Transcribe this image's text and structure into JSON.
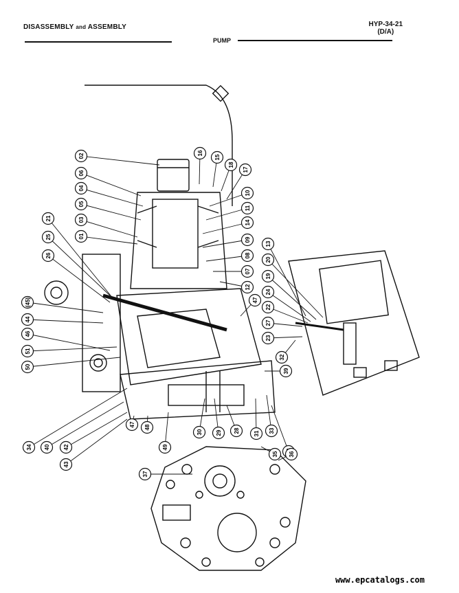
{
  "header": {
    "section_left_1": "DISASSEMBLY",
    "section_left_and": "and",
    "section_left_2": "ASSEMBLY",
    "doc_code": "HYP-34-21",
    "doc_variant": "(D/A)",
    "title": "PUMP"
  },
  "callouts": [
    "02",
    "16",
    "15",
    "18",
    "17",
    "06",
    "04",
    "05",
    "03",
    "01",
    "10",
    "11",
    "14",
    "09",
    "08",
    "07",
    "12",
    "13",
    "20",
    "19",
    "24",
    "22",
    "27",
    "23",
    "32",
    "21",
    "25",
    "26",
    "(45)",
    "44",
    "46",
    "51",
    "50",
    "47",
    "39",
    "34",
    "40",
    "42",
    "43",
    "47",
    "48",
    "49",
    "30",
    "29",
    "28",
    "31",
    "33",
    "38",
    "35",
    "36",
    "37"
  ],
  "footer": {
    "watermark": "www.epcatalogs.com"
  }
}
